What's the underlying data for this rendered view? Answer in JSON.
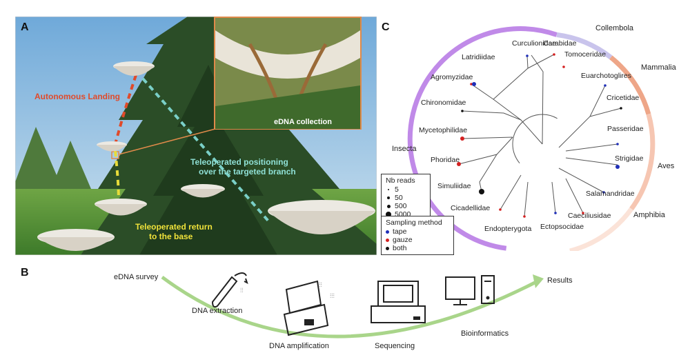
{
  "panels": {
    "a": "A",
    "b": "B",
    "c": "C"
  },
  "photo_labels": {
    "landing": "Autonomous Landing",
    "collection": "eDNA collection",
    "positioning_line1": "Teleoperated positioning",
    "positioning_line2": "over the targeted branch",
    "return_line1": "Teleoperated return",
    "return_line2": "to the base"
  },
  "tree": {
    "taxa": [
      {
        "name": "Curculionidae",
        "method": "tape",
        "reads": 5
      },
      {
        "name": "Carabidae",
        "method": "gauze",
        "reads": 5
      },
      {
        "name": "Latridiidae",
        "method": "gauze",
        "reads": 5
      },
      {
        "name": "Tomoceridae",
        "method": "gauze",
        "reads": 5
      },
      {
        "name": "Agromyzidae",
        "method": "tape",
        "reads": 50
      },
      {
        "name": "Euarchotoglires",
        "method": "tape",
        "reads": 5
      },
      {
        "name": "Chironomidae",
        "method": "both",
        "reads": 5
      },
      {
        "name": "Cricetidae",
        "method": "both",
        "reads": 5
      },
      {
        "name": "Mycetophilidae",
        "method": "gauze",
        "reads": 50
      },
      {
        "name": "Passeridae",
        "method": "tape",
        "reads": 5
      },
      {
        "name": "Phoridae",
        "method": "gauze",
        "reads": 50
      },
      {
        "name": "Strigidae",
        "method": "tape",
        "reads": 50
      },
      {
        "name": "Simuliidae",
        "method": "both",
        "reads": 500
      },
      {
        "name": "Salamandridae",
        "method": "tape",
        "reads": 5
      },
      {
        "name": "Cicadellidae",
        "method": "gauze",
        "reads": 5
      },
      {
        "name": "Caeciliusidae",
        "method": "gauze",
        "reads": 5
      },
      {
        "name": "Endopterygota",
        "method": "gauze",
        "reads": 5
      },
      {
        "name": "Ectopsocidae",
        "method": "tape",
        "reads": 5
      }
    ],
    "groups": {
      "collembola": "Collembola",
      "mammalia": "Mammalia",
      "insecta": "Insecta",
      "aves": "Aves",
      "amphibia": "Amphibia"
    },
    "colors": {
      "insecta": "#c08ae8",
      "collembola": "#c9c4ec",
      "mammalia": "#eea688",
      "aves": "#f6c6b2",
      "amphibia": "#fbe3d8",
      "tape": "#1f2fb8",
      "gauze": "#d42020",
      "both": "#111111"
    }
  },
  "legend_reads": {
    "title": "Nb reads",
    "items": [
      "5",
      "50",
      "500",
      "5000"
    ]
  },
  "legend_method": {
    "title": "Sampling method",
    "items": [
      "tape",
      "gauze",
      "both"
    ]
  },
  "workflow": {
    "survey": "eDNA survey",
    "extraction": "DNA extraction",
    "amplification": "DNA amplification",
    "sequencing": "Sequencing",
    "bioinformatics": "Bioinformatics",
    "results": "Results"
  }
}
